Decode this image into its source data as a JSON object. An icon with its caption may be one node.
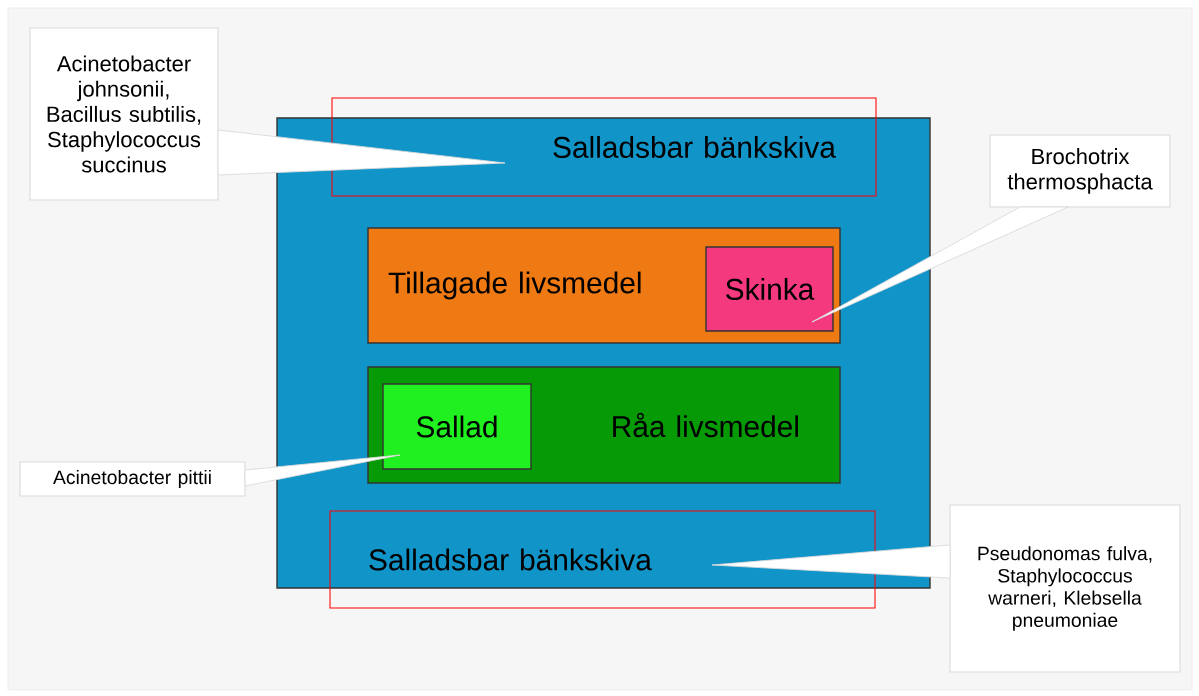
{
  "diagram": {
    "nodes": [
      {
        "text": [],
        "shape": "box"
      },
      {
        "text": [
          "Salladsbar bänkskiva"
        ]
      },
      {
        "text": [
          "Tillagade livsmedel"
        ],
        "in": 0
      },
      {
        "text": [
          "Skinka"
        ],
        "in": 2
      },
      {
        "text": [
          "Råa livsmedel"
        ],
        "in": 0
      },
      {
        "text": [
          "Sallad"
        ],
        "in": 4
      },
      {
        "text": [
          "Salladsbar bänkskiva"
        ]
      },
      {
        "text": [
          "Acinetobacter johnsonii, Bacillus subtilis, Staphylococcus succinus"
        ]
      },
      {
        "text": [
          "Brochotrix thermosphacta"
        ]
      },
      {
        "text": [
          "Acinetobacter pittii"
        ]
      },
      {
        "text": [
          "Pseudonomas fulva, Staphylococcus warneri, Klebsella pneumoniae"
        ]
      }
    ],
    "edges": [
      {
        "from": 7,
        "to": 1,
        "arrow": "none"
      },
      {
        "from": 8,
        "to": 3,
        "arrow": "none"
      },
      {
        "from": 9,
        "to": 5,
        "arrow": "none"
      },
      {
        "from": 10,
        "to": 6,
        "arrow": "none"
      }
    ]
  }
}
